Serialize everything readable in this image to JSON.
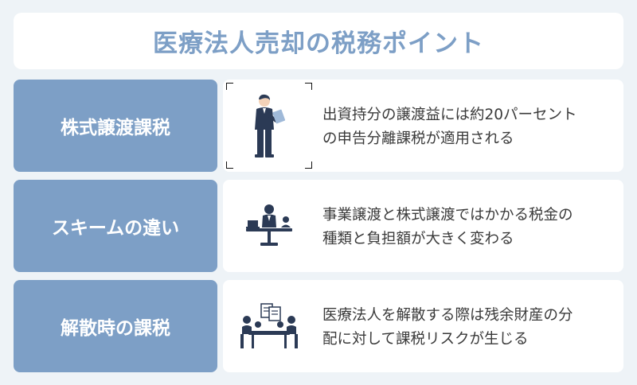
{
  "title": "医療法人売却の税務ポイント",
  "rows": [
    {
      "label": "株式譲渡課税",
      "icon": "businessman-reading-icon",
      "lines": [
        "出資持分の譲渡益には約20パーセント",
        "の申告分離課税が適用される"
      ]
    },
    {
      "label": "スキームの違い",
      "icon": "balance-scale-icon",
      "lines": [
        "事業譲渡と株式譲渡ではかかる税金の",
        "種類と負担額が大きく変わる"
      ]
    },
    {
      "label": "解散時の課税",
      "icon": "meeting-documents-icon",
      "lines": [
        "医療法人を解散する際は残余財産の分",
        "配に対して課税リスクが生じる"
      ]
    }
  ],
  "colors": {
    "accent": "#7d9fc6",
    "icon": "#2b3a55",
    "background": "#eef3f7"
  }
}
